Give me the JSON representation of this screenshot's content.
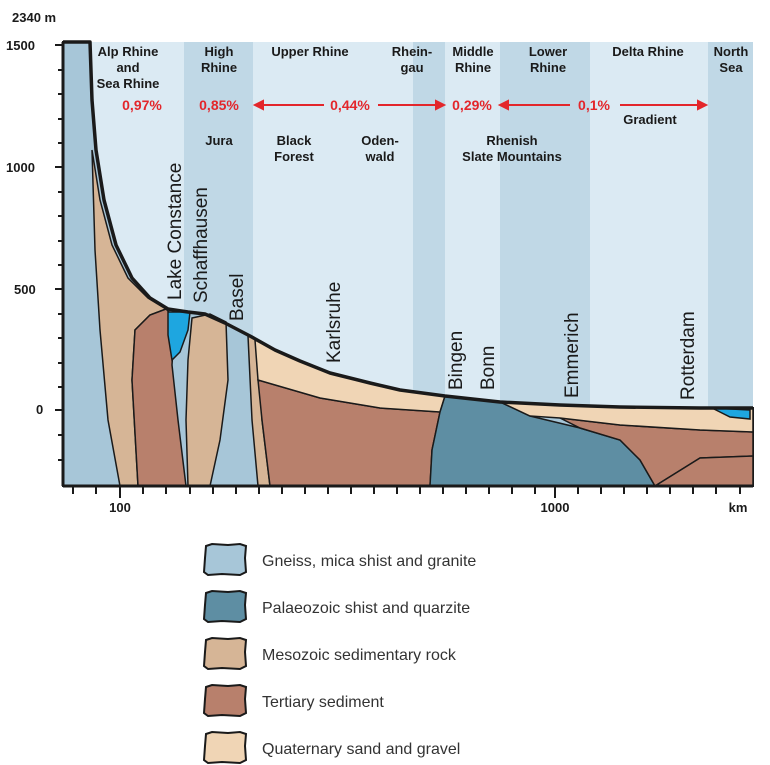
{
  "y_axis": {
    "top_label": "2340 m",
    "ticks": [
      "1500",
      "1000",
      "500",
      "0"
    ]
  },
  "x_axis": {
    "ticks": [
      "100",
      "1000"
    ],
    "unit": "km"
  },
  "sections": [
    {
      "line1": "Alp Rhine",
      "line2": "and",
      "line3": "Sea Rhine"
    },
    {
      "line1": "High",
      "line2": "Rhine"
    },
    {
      "line1": "Upper Rhine"
    },
    {
      "line1": "Rhein-",
      "line2": "gau"
    },
    {
      "line1": "Middle",
      "line2": "Rhine"
    },
    {
      "line1": "Lower",
      "line2": "Rhine"
    },
    {
      "line1": "Delta Rhine"
    },
    {
      "line1": "North",
      "line2": "Sea"
    }
  ],
  "gradients": [
    "0,97%",
    "0,85%",
    "0,44%",
    "0,29%",
    "0,1%"
  ],
  "gradient_label": "Gradient",
  "regions": {
    "jura": "Jura",
    "black_forest_1": "Black",
    "black_forest_2": "Forest",
    "odenwald_1": "Oden-",
    "odenwald_2": "wald",
    "rhenish_1": "Rhenish",
    "rhenish_2": "Slate Mountains"
  },
  "cities": [
    "Lake Constance",
    "Schaffhausen",
    "Basel",
    "Karlsruhe",
    "Bingen",
    "Bonn",
    "Emmerich",
    "Rotterdam"
  ],
  "legend": [
    {
      "label": "Gneiss, mica shist and granite",
      "color": "#a7c6d8"
    },
    {
      "label": "Palaeozoic shist and quarzite",
      "color": "#5e8ea3"
    },
    {
      "label": "Mesozoic sedimentary rock",
      "color": "#d6b596"
    },
    {
      "label": "Tertiary sediment",
      "color": "#b8806c"
    },
    {
      "label": "Quaternary sand and gravel",
      "color": "#f0d5b5"
    }
  ],
  "colors": {
    "sky_light": "#dbeaf3",
    "sky_dark": "#c0d8e6",
    "water": "#1ea6e0",
    "gradient_red": "#e3262b"
  }
}
